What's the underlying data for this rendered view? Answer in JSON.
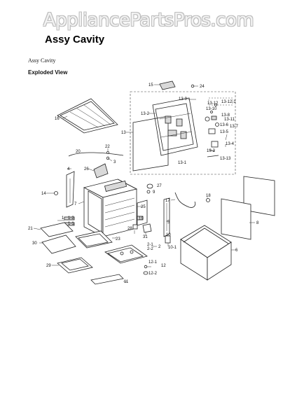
{
  "watermark": "AppliancePartsPros.com",
  "header": {
    "title": "Assy Cavity"
  },
  "diagram": {
    "caption": "Assy Cavity",
    "view_label": "Exploded View",
    "part_labels": {
      "p15": "15",
      "p24": "24",
      "p13_9": "13-9",
      "p13_12": "13-12",
      "p13_12_1": "13-12-1",
      "p13_10": "13-10",
      "p13_2": "13-2",
      "p13_8": "13-8",
      "p13_11": "13-11",
      "p13_7": "13-7",
      "p13_6": "13-6",
      "p13_5": "13-5",
      "p13_4": "13-4",
      "p13_3": "13-3",
      "p13_13": "13-13",
      "p13_1": "13-1",
      "p13": "13",
      "p16": "16",
      "p22": "22",
      "p20": "20",
      "p3": "3",
      "p4": "4",
      "p26": "26",
      "p27": "27",
      "p9": "9",
      "p18": "18",
      "p17": "17",
      "p14": "14",
      "p7": "7",
      "p25": "25",
      "p19": "19",
      "p5": "5",
      "p1": "1",
      "p1_2": "1-2",
      "p1_1": "1-1",
      "p21": "21",
      "p8": "8",
      "p28": "28",
      "p31": "31",
      "p10": "10",
      "p10_1": "10-1",
      "p6": "6",
      "p30": "30",
      "p23": "23",
      "p2_1": "2-1",
      "p2_2": "2-2",
      "p2": "2",
      "p29": "29",
      "p12_1": "12-1",
      "p12_2": "12-2",
      "p12": "12",
      "p11": "11"
    }
  }
}
